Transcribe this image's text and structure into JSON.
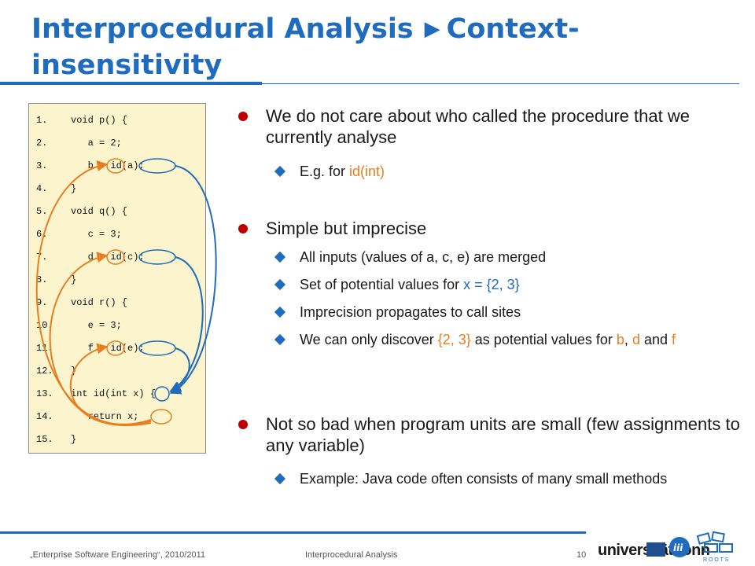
{
  "title": {
    "part1": "Interprocedural Analysis",
    "part2_line1": "Context-",
    "part2_line2": "insensitivity"
  },
  "code": [
    {
      "num": "1.",
      "text": "void p() {"
    },
    {
      "num": "2.",
      "text": "   a = 2;"
    },
    {
      "num": "3.",
      "text": "   b = id(a);"
    },
    {
      "num": "4.",
      "text": "}"
    },
    {
      "num": "5.",
      "text": "void q() {"
    },
    {
      "num": "6.",
      "text": "   c = 3;"
    },
    {
      "num": "7.",
      "text": "   d = id(c);"
    },
    {
      "num": "8.",
      "text": "}"
    },
    {
      "num": "9.",
      "text": "void r() {"
    },
    {
      "num": "10.",
      "text": "   e = 3;"
    },
    {
      "num": "11.",
      "text": "   f = id(e);"
    },
    {
      "num": "12.",
      "text": "}"
    },
    {
      "num": "13.",
      "text": "int id(int x) {"
    },
    {
      "num": "14.",
      "text": "   return x;"
    },
    {
      "num": "15.",
      "text": "}"
    }
  ],
  "bullets": {
    "b1": "We do not care about who called the procedure that we currently analyse",
    "b1_1_pre": "E.g. for ",
    "b1_1_hl": "id(int)",
    "b2": "Simple but imprecise",
    "b2_1": "All inputs (values of a, c, e) are merged",
    "b2_2_pre": "Set of potential values for ",
    "b2_2_hl": "x = {2, 3}",
    "b2_3": "Imprecision propagates to call sites",
    "b2_4_pre": "We can only discover ",
    "b2_4_hl": "{2, 3}",
    "b2_4_mid": " as potential values for ",
    "b2_4_b": "b",
    "b2_4_sep": ", ",
    "b2_4_d": "d",
    "b2_4_and": " and ",
    "b2_4_f": "f",
    "b3": "Not so bad when program units are small (few assignments to any variable)",
    "b3_1": "Example: Java code often consists of many small methods"
  },
  "footer": {
    "course": "„Enterprise Software Engineering“, 2010/2011",
    "topic": "Interprocedural Analysis",
    "page": "10",
    "logo": "universitätbonn",
    "roots": "R O O T S"
  },
  "colors": {
    "accent": "#1f6bbd",
    "highlight": "#e67e22",
    "bullet": "#c00000",
    "codebg": "#fcf4cc"
  }
}
